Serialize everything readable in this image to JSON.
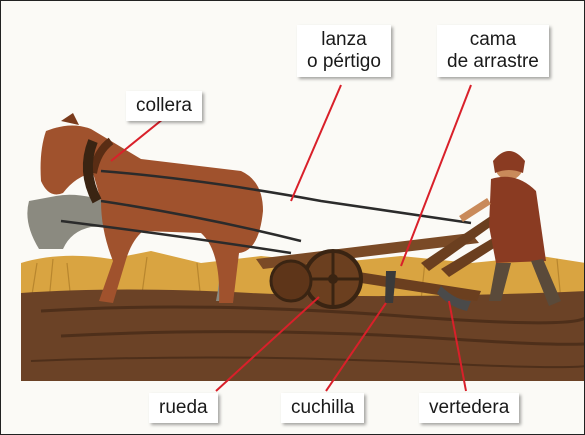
{
  "labels": {
    "collera": "collera",
    "lanza_line1": "lanza",
    "lanza_line2": "o pértigo",
    "cama_line1": "cama",
    "cama_line2": "de arrastre",
    "rueda": "rueda",
    "cuchilla": "cuchilla",
    "vertedera": "vertedera"
  },
  "colors": {
    "leader_line": "#d9202a",
    "label_bg": "#ffffff",
    "horse": "#a0522d",
    "soil": "#6b4226",
    "wheat": "#d9a441"
  }
}
